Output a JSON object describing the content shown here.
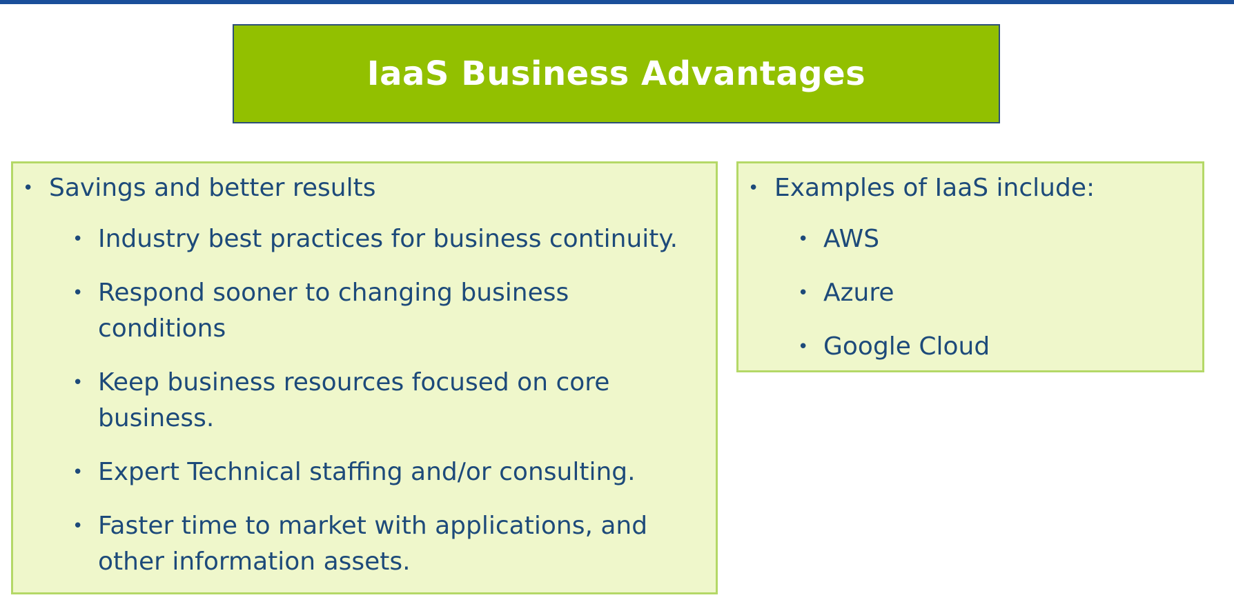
{
  "slide": {
    "title": "IaaS Business Advantages"
  },
  "left_panel": {
    "heading": "Savings and better results",
    "items": [
      "Industry best practices for business continuity.",
      "Respond sooner to changing business conditions",
      "Keep business resources focused on core business.",
      "Expert Technical staffing and/or consulting.",
      "Faster time to market with applications, and other information assets."
    ]
  },
  "right_panel": {
    "heading": "Examples of IaaS include:",
    "items": [
      "AWS",
      "Azure",
      "Google Cloud"
    ]
  },
  "bullet_glyph": "•",
  "colors": {
    "title_background": "#92c000",
    "panel_background": "#eff7cb",
    "panel_border": "#b4d867",
    "text": "#1d4a7a",
    "top_rule": "#1a4f9a"
  }
}
